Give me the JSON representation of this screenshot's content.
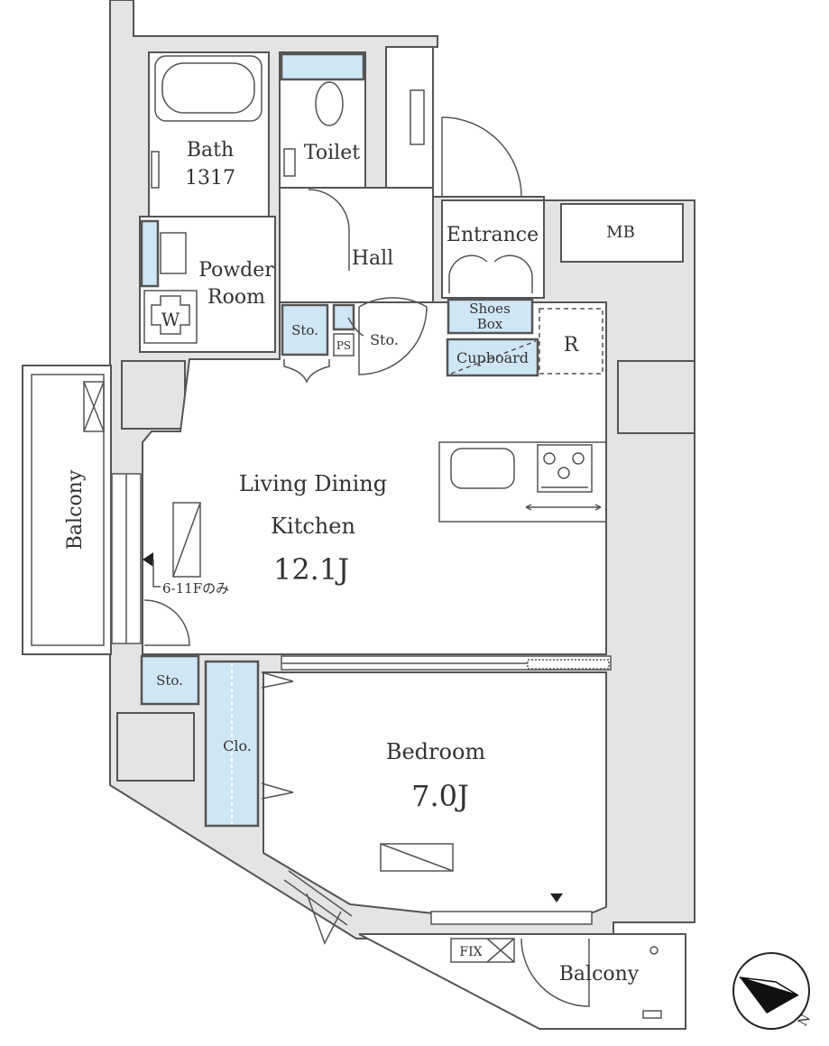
{
  "rooms": {
    "bath": {
      "name": "Bath",
      "size": "1317"
    },
    "toilet": "Toilet",
    "powder": {
      "line1": "Powder",
      "line2": "Room"
    },
    "washer": "W",
    "hall": "Hall",
    "entrance": "Entrance",
    "mb": "MB",
    "shoes_box": {
      "line1": "Shoes",
      "line2": "Box"
    },
    "cupboard": "Cupboard",
    "refrigerator": "R",
    "storage_hall": "Sto.",
    "storage_small": "Sto.",
    "ps": "PS",
    "ldk": {
      "line1": "Living Dining",
      "line2": "Kitchen",
      "size": "12.1J"
    },
    "window_note": "6-11Fのみ",
    "storage_ldk": "Sto.",
    "closet": "Clo.",
    "bedroom": {
      "name": "Bedroom",
      "size": "7.0J"
    },
    "balcony_left": "Balcony",
    "balcony_bottom": "Balcony",
    "fix": "FIX"
  },
  "compass": {
    "label": "N"
  },
  "colors": {
    "storage": "#cfe6f5",
    "wall": "#e4e4e4",
    "line": "#555555"
  }
}
